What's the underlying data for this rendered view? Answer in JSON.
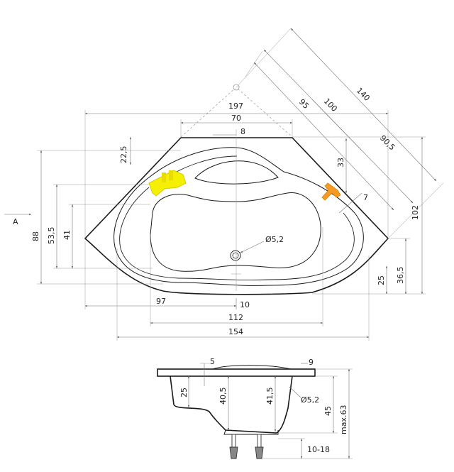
{
  "view_label": "A",
  "plan_dims": {
    "d197": "197",
    "d70": "70",
    "d8": "8",
    "d22_5": "22,5",
    "d95": "95",
    "d100": "100",
    "d140": "140",
    "d33": "33",
    "d90_5": "90,5",
    "d7": "7",
    "d102": "102",
    "d88": "88",
    "d53_5": "53,5",
    "d41": "41",
    "drain": "Ø5,2",
    "d36_5": "36,5",
    "d25": "25",
    "d97": "97",
    "d10": "10",
    "d112": "112",
    "d154": "154"
  },
  "section_dims": {
    "d5": "5",
    "d9": "9",
    "d25": "25",
    "d40_5": "40,5",
    "d41_5": "41,5",
    "drain": "Ø5,2",
    "d45": "45",
    "max63": "max.63",
    "d10_18": "10-18"
  },
  "colors": {
    "faucet_yellow": "#f5f000",
    "faucet_orange": "#f59a23",
    "outline": "#1a1a1a",
    "dimension": "#777777"
  }
}
